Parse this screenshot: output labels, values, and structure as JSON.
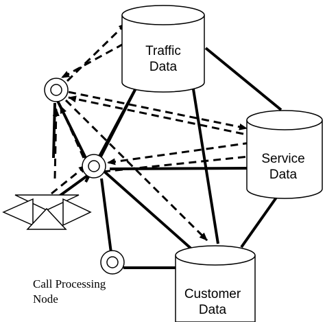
{
  "databases": {
    "traffic": {
      "line1": "Traffic",
      "line2": "Data"
    },
    "service": {
      "line1": "Service",
      "line2": "Data"
    },
    "customer": {
      "line1": "Customer",
      "line2": "Data"
    }
  },
  "caption": {
    "line1": "Call Processing",
    "line2": "Node"
  },
  "colors": {
    "stroke": "#000000",
    "fill": "#ffffff"
  }
}
